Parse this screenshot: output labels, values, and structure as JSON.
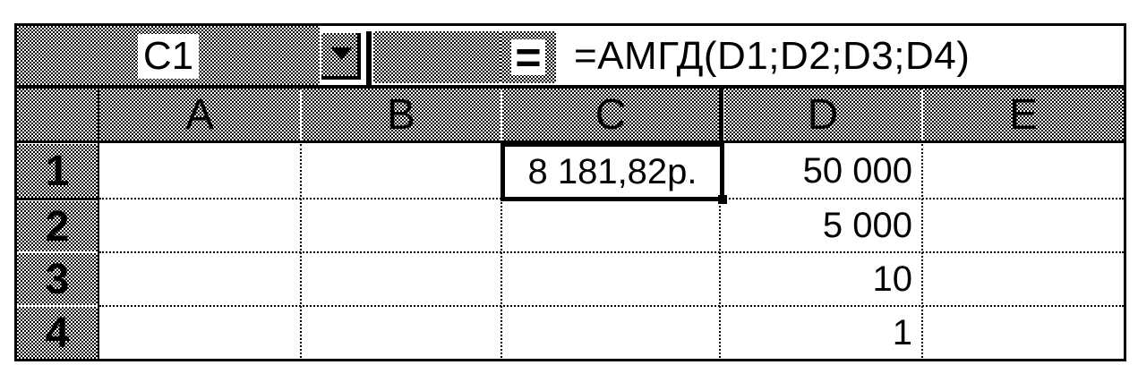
{
  "name_box": {
    "value": "C1"
  },
  "formula_bar": {
    "equals": "=",
    "formula": "=АМГД(D1;D2;D3;D4)"
  },
  "columns": [
    "A",
    "B",
    "C",
    "D",
    "E"
  ],
  "rows": [
    "1",
    "2",
    "3",
    "4"
  ],
  "cells": {
    "C1": "8 181,82р.",
    "D1": "50 000",
    "D2": "5 000",
    "D3": "10",
    "D4": "1"
  },
  "active_cell": "C1",
  "icons": {
    "name_box_dropdown": "chevron-down-icon"
  }
}
